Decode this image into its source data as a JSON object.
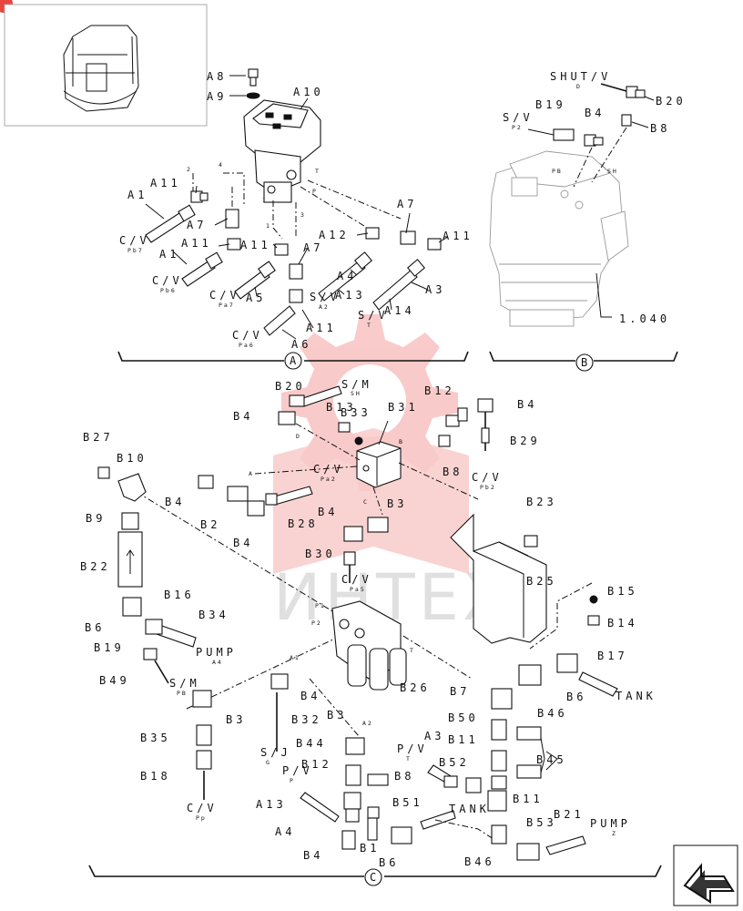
{
  "page": {
    "thumb_label": "machine-thumbnail",
    "watermark": "ИНТЕХ",
    "ref_number": "1.040"
  },
  "sections": {
    "A": "A",
    "B": "B",
    "C": "C"
  },
  "labels": {
    "A8": "A8",
    "A9": "A9",
    "A10": "A10",
    "A11a": "A11",
    "A1a": "A1",
    "A7a": "A7",
    "A1b": "A1",
    "A11b": "A11",
    "A11c": "A11",
    "A7b": "A7",
    "A12": "A12",
    "A7c": "A7",
    "A11d": "A11",
    "A5": "A5",
    "A4": "A4",
    "A13": "A13",
    "A14": "A14",
    "A3": "A3",
    "A11e": "A11",
    "A6": "A6",
    "B19a": "B19",
    "B4a": "B4",
    "B20a": "B20",
    "B8a": "B8",
    "B20b": "B20",
    "B13": "B13",
    "B31": "B31",
    "B12a": "B12",
    "B4b": "B4",
    "B4c": "B4",
    "B33": "B33",
    "B29": "B29",
    "B8b": "B8",
    "B27": "B27",
    "B10": "B10",
    "B4d": "B4",
    "B2a": "B2",
    "B28": "B28",
    "B4e": "B4",
    "B4f": "B4",
    "B3a": "B3",
    "B23": "B23",
    "B9": "B9",
    "B30": "B30",
    "B22": "B22",
    "B25": "B25",
    "B15": "B15",
    "B14": "B14",
    "B16": "B16",
    "B34": "B34",
    "B6a": "B6",
    "B17": "B17",
    "B19b": "B19",
    "B49": "B49",
    "B4g": "B4",
    "B26": "B26",
    "B6b": "B6",
    "B7": "B7",
    "B46a": "B46",
    "B3b": "B3",
    "B32": "B32",
    "B3c": "B3",
    "B44": "B44",
    "B50": "B50",
    "B35": "B35",
    "B45": "B45",
    "B11a": "B11",
    "A3b": "A3",
    "B52": "B52",
    "B12b": "B12",
    "B8c": "B8",
    "B18": "B18",
    "B11b": "B11",
    "B51": "B51",
    "A13b": "A13",
    "B21": "B21",
    "B53": "B53",
    "A4b": "A4",
    "B1": "B1",
    "B4h": "B4",
    "B6c": "B6",
    "B46b": "B46"
  },
  "line_labels": {
    "cv_pb7": "C/V",
    "cv_pb7_sub": "Pb7",
    "cv_pb6": "C/V",
    "cv_pb6_sub": "Pb6",
    "cv_pa7": "C/V",
    "cv_pa7_sub": "Pa7",
    "sv_a2": "S/V",
    "sv_a2_sub": "A2",
    "sv_t": "S/V",
    "sv_t_sub": "T",
    "cv_pa6": "C/V",
    "cv_pa6_sub": "Pa6",
    "shut_v": "SHUT/V",
    "shut_v_sub": "D",
    "sv_p2": "S/V",
    "sv_p2_sub": "P2",
    "pb": "PB",
    "sh": "SH",
    "sm_sh": "S/M",
    "sm_sh_sub": "SH",
    "d1": "D",
    "b1": "B",
    "a1": "A",
    "c1": "C",
    "cv_pa2": "C/V",
    "cv_pa2_sub": "Pa2",
    "cv_pb2": "C/V",
    "cv_pb2_sub": "Pb2",
    "cv_pa5": "C/V",
    "cv_pa5_sub": "Pa5",
    "p1": "P1",
    "p2": "P2",
    "t1": "T",
    "pump_a4": "PUMP",
    "pump_a4_sub": "A4",
    "tank1": "TANK",
    "sm_pb": "S/M",
    "sm_pb_sub": "PB",
    "a1p": "A1",
    "a2p": "A2",
    "sj_g": "S/J",
    "sj_g_sub": "G",
    "pv_t": "P/V",
    "pv_t_sub": "T",
    "pv_p": "P/V",
    "pv_p_sub": "P",
    "cv_pp": "C/V",
    "cv_pp_sub": "Pp",
    "tank2": "TANK",
    "pump_z": "PUMP",
    "pump_z_sub": "Z",
    "n1": "1",
    "n2": "2",
    "n3": "3",
    "n4": "4",
    "n5": "1",
    "nT": "T",
    "nP": "P"
  },
  "icons": {
    "nav": "next-page-arrow-icon",
    "badge": "page-badge-icon"
  }
}
